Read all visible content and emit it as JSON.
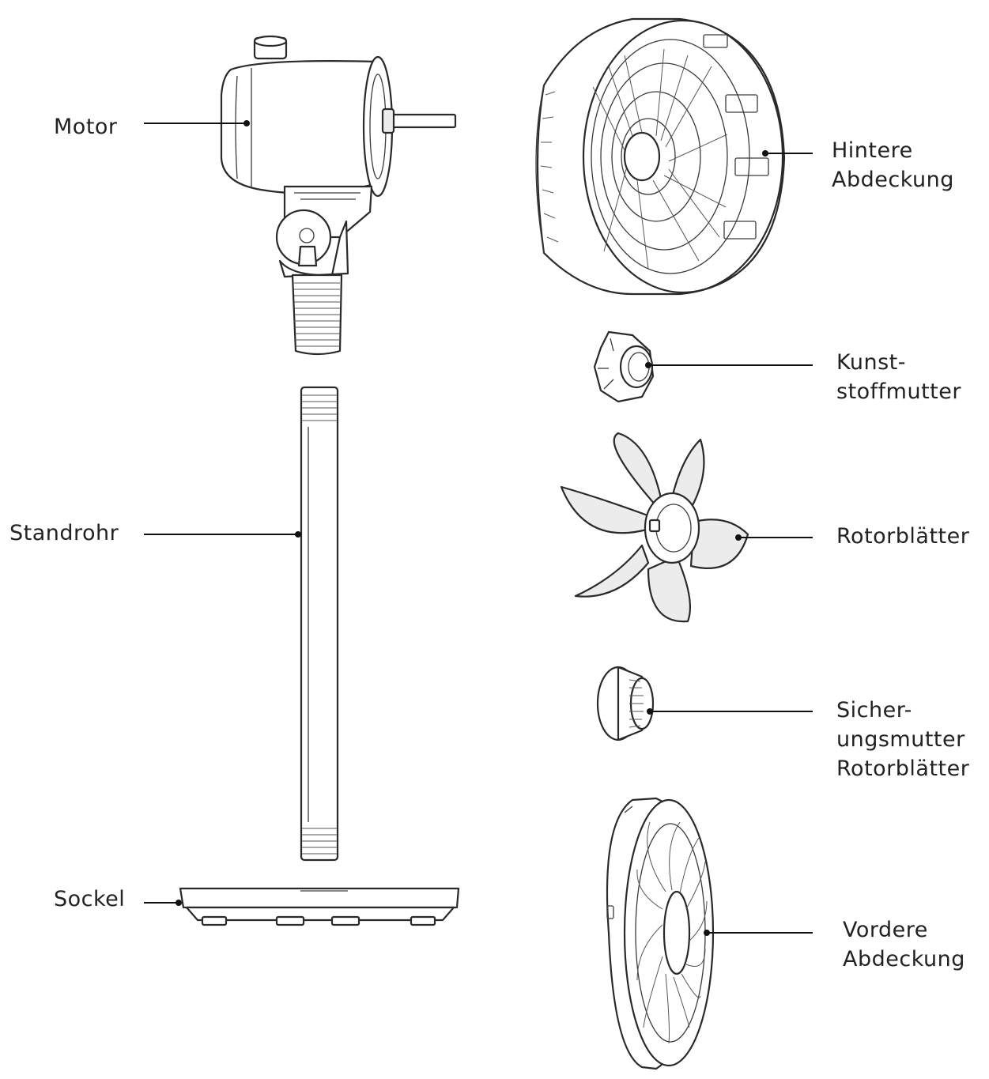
{
  "labels": {
    "motor": [
      "Motor"
    ],
    "standrohr": [
      "Standrohr"
    ],
    "sockel": [
      "Sockel"
    ],
    "hintere_abdeckung": [
      "Hintere",
      "Abdeckung"
    ],
    "kunststoffmutter": [
      "Kunst-",
      "stoffmutter"
    ],
    "rotorblaetter": [
      "Rotorblätter"
    ],
    "sicherungsmutter": [
      "Sicher-",
      "ungsmutter",
      "Rotorblätter"
    ],
    "vordere_abdeckung": [
      "Vordere",
      "Abdeckung"
    ]
  }
}
